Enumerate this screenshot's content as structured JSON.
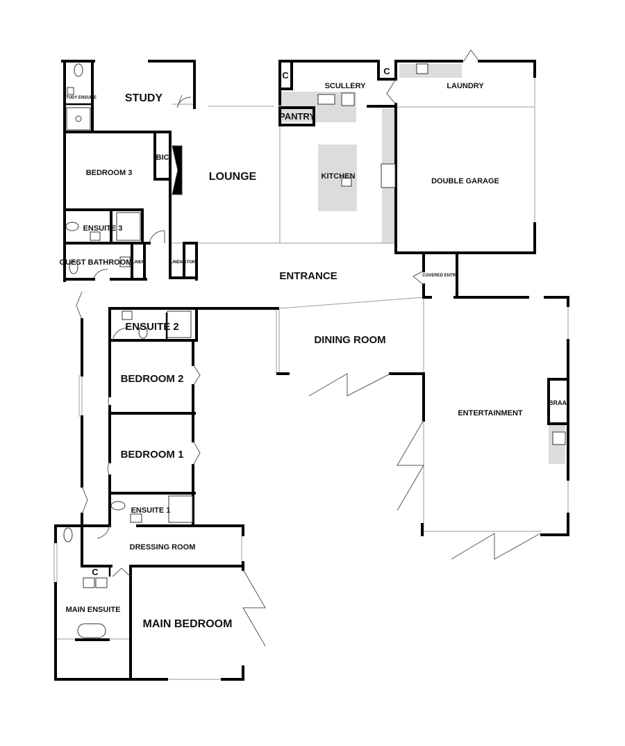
{
  "rooms": {
    "study": "STUDY",
    "scullery": "SCULLERY",
    "laundry": "LAUNDRY",
    "c_scullery_left": "C",
    "c_scullery_right": "C",
    "pantry": "PANTRY",
    "bic": "BIC",
    "bedroom3": "BEDROOM 3",
    "lounge": "LOUNGE",
    "kitchen": "KITCHEN",
    "double_garage": "DOUBLE GARAGE",
    "ensuite3": "ENSUITE 3",
    "guest_bathroom": "GUEST BATHROOM",
    "linen": "LINEN",
    "linen_store": "LINEN STORE",
    "study_ensuite": "STUDY ENSUITE",
    "entrance": "ENTRANCE",
    "covered_entry": "COVERED ENTRY",
    "ensuite2": "ENSUITE 2",
    "dining_room": "DINING ROOM",
    "bedroom2": "BEDROOM 2",
    "entertainment": "ENTERTAINMENT",
    "braai": "BRAAI",
    "bedroom1": "BEDROOM 1",
    "ensuite1": "ENSUITE 1",
    "dressing_room": "DRESSING ROOM",
    "c_dressing": "C",
    "main_ensuite": "MAIN ENSUITE",
    "main_bedroom": "MAIN BEDROOM"
  },
  "colors": {
    "wall": "#000000",
    "counter": "#dcdcdc",
    "background": "#ffffff"
  }
}
